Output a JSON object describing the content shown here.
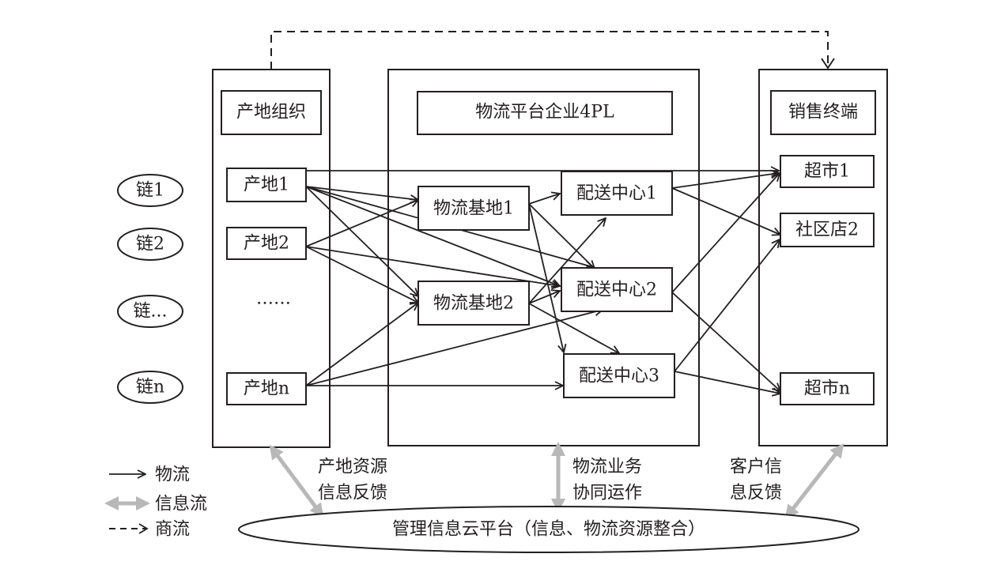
{
  "colors": {
    "line": "#231f20",
    "info_arrow": "#b8b8b8",
    "background": "#ffffff"
  },
  "origin": {
    "title": "产地组织",
    "nodes": [
      "产地1",
      "产地2",
      "……",
      "产地n"
    ]
  },
  "platform": {
    "title": "物流平台企业4PL",
    "bases": [
      "物流基地1",
      "物流基地2"
    ],
    "centers": [
      "配送中心1",
      "配送中心2",
      "配送中心3"
    ]
  },
  "terminal": {
    "title": "销售终端",
    "nodes": [
      "超市1",
      "社区店2",
      "超市n"
    ]
  },
  "chains": [
    "链1",
    "链2",
    "链...",
    "链n"
  ],
  "feedback": {
    "origin": [
      "产地资源",
      "信息反馈"
    ],
    "platform": [
      "物流业务",
      "协同运作"
    ],
    "customer": [
      "客户信",
      "息反馈"
    ]
  },
  "cloud": "管理信息云平台（信息、物流资源整合）",
  "legend": {
    "logistics": "物流",
    "information": "信息流",
    "commerce": "商流"
  }
}
